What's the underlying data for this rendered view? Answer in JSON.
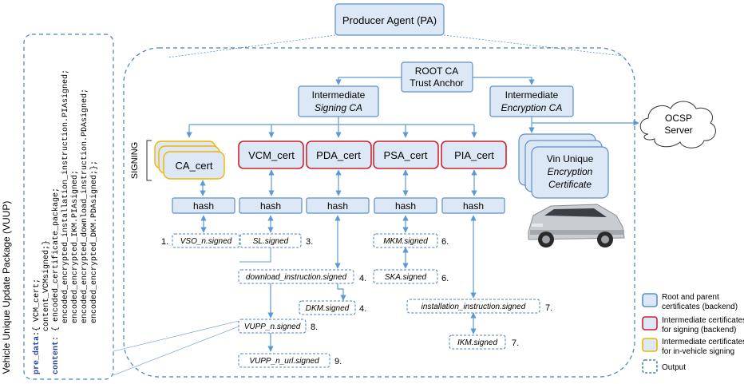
{
  "producer_agent": "Producer Agent (PA)",
  "root_ca": {
    "line1": "ROOT CA",
    "line2": "Trust Anchor"
  },
  "signing_ca": {
    "line1": "Intermediate",
    "line2": "Signing CA"
  },
  "encryption_ca": {
    "line1": "Intermediate",
    "line2": "Encryption CA"
  },
  "ocsp": {
    "line1": "OCSP",
    "line2": "Server"
  },
  "signing_label": "SIGNING",
  "certs": {
    "ca": "CA_cert",
    "vcm": "VCM_cert",
    "pda": "PDA_cert",
    "psa": "PSA_cert",
    "pia": "PIA_cert"
  },
  "vin_cert": {
    "line1": "Vin Unique",
    "line2": "Encryption",
    "line3": "Certificate"
  },
  "hash_label": "hash",
  "outputs": {
    "vso": "VSO_n.signed",
    "sl": "SL.signed",
    "mkm": "MKM.signed",
    "ska": "SKA.signed",
    "download": "download_instruction.signed",
    "dkm": "DKM.signed",
    "installation": "installation_instruction.signed",
    "vupp": "VUPP_n.signed",
    "ikm": "IKM.signed",
    "vupp_url": "VUPP_n_url.signed"
  },
  "steps": {
    "vso": "1.",
    "sl": "3.",
    "mkm": "6.",
    "ska": "6.",
    "download": "4.",
    "dkm": "4.",
    "installation": "7.",
    "vupp": "8.",
    "ikm": "7.",
    "vupp_url": "9."
  },
  "vuup_title": "Vehicle Unique Update Package (VUUP)",
  "code": {
    "pre_data_kw": "pre_data",
    "pre_data_rest": ":{ VCM_cert;",
    "content_vcm": "content_VCMsigned;}",
    "content_kw": "content",
    "line1": ": { encoded_certificate_package;",
    "line2": "encoded_encrypted_installation_instruction.PIAsigned;",
    "line3": "encoded_encrypted_IKM.PIAsigned;",
    "line4": "encoded_encrypted_download_instruction.PDAsigned;",
    "line5": "encoded_encrypted_DKM.PDAsigned;};"
  },
  "legend": [
    {
      "label1": "Root and parent",
      "label2": "certificates (backend)",
      "fill": "#dce8f5",
      "stroke": "#5b8fc9",
      "dashed": false
    },
    {
      "label1": "Intermediate certificates",
      "label2": "for signing (backend)",
      "fill": "#dce8f5",
      "stroke": "#d0202f",
      "dashed": false
    },
    {
      "label1": "Intermediate certificates",
      "label2": "for in-vehicle signing",
      "fill": "#dce8f5",
      "stroke": "#f0b400",
      "dashed": false
    },
    {
      "label1": "Output",
      "label2": "",
      "fill": "#ffffff",
      "stroke": "#4a7fc1",
      "dashed": true
    }
  ],
  "colors": {
    "blue_box": "#dce8f5",
    "blue_stroke": "#5b8fc9",
    "red": "#d0202f",
    "gold": "#f0b400",
    "arrow": "#5b9bd5",
    "code_red": "#c00000",
    "code_blue": "#1f3f9a"
  }
}
